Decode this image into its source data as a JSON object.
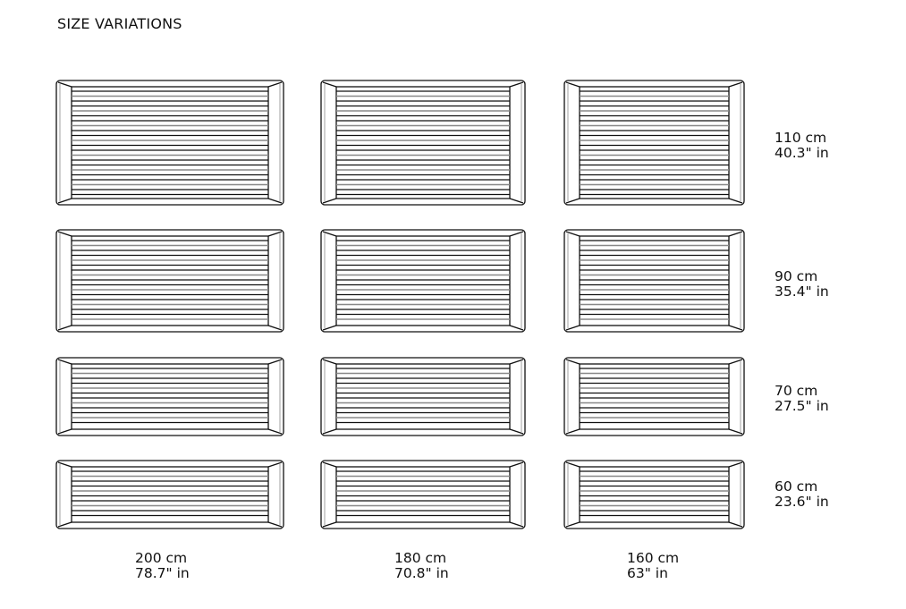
{
  "title": "SIZE VARIATIONS",
  "lengths": [
    {
      "cm": "200 cm",
      "in": "78.7\" in"
    },
    {
      "cm": "180 cm",
      "in": "70.8\" in"
    },
    {
      "cm": "160 cm",
      "in": "63\" in"
    }
  ],
  "widths": [
    {
      "cm": "110 cm",
      "in": "40.3\" in"
    },
    {
      "cm": "90 cm",
      "in": "35.4\" in"
    },
    {
      "cm": "70 cm",
      "in": "27.5\" in"
    },
    {
      "cm": "60 cm",
      "in": "23.6\" in"
    }
  ]
}
